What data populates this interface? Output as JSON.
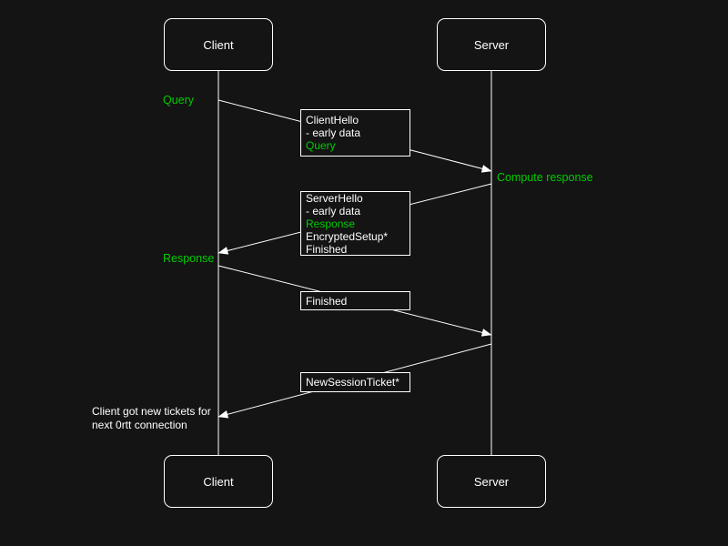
{
  "diagram": {
    "type": "sequence-diagram",
    "actors": {
      "client": "Client",
      "server": "Server"
    },
    "messages": [
      {
        "from": "client",
        "to": "server",
        "lines": [
          {
            "text": "ClientHello",
            "green": false
          },
          {
            "text": "- early data",
            "green": false
          },
          {
            "text": "Query",
            "green": true
          }
        ]
      },
      {
        "from": "server",
        "to": "client",
        "lines": [
          {
            "text": "ServerHello",
            "green": false
          },
          {
            "text": "- early data",
            "green": false
          },
          {
            "text": "Response",
            "green": true
          },
          {
            "text": "EncryptedSetup*",
            "green": false
          },
          {
            "text": "Finished",
            "green": false
          }
        ]
      },
      {
        "from": "client",
        "to": "server",
        "lines": [
          {
            "text": "Finished",
            "green": false
          }
        ]
      },
      {
        "from": "server",
        "to": "client",
        "lines": [
          {
            "text": "NewSessionTicket*",
            "green": false
          }
        ]
      }
    ],
    "labels": {
      "query": "Query",
      "compute_response": "Compute response",
      "response": "Response"
    },
    "note": {
      "line1": "Client got new tickets for",
      "line2": "next 0rtt connection"
    },
    "colors": {
      "background": "#141414",
      "stroke": "#ffffff",
      "text": "#ffffff",
      "accent_green": "#00cc00"
    }
  }
}
